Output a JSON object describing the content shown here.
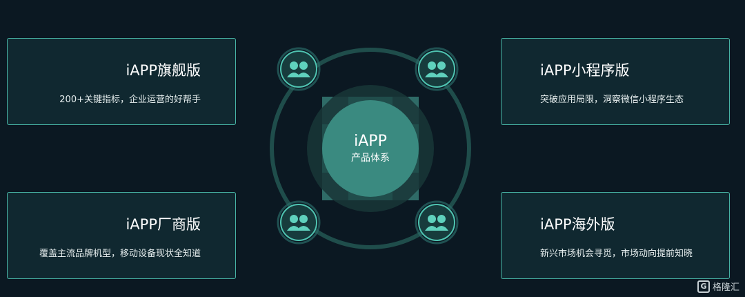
{
  "cards": {
    "top_left": {
      "title": "iAPP旗舰版",
      "desc": "200+关键指标，企业运营的好帮手"
    },
    "bottom_left": {
      "title": "iAPP厂商版",
      "desc": "覆盖主流品牌机型，移动设备现状全知道"
    },
    "top_right": {
      "title": "iAPP小程序版",
      "desc": "突破应用局限，洞察微信小程序生态"
    },
    "bottom_right": {
      "title": "iAPP海外版",
      "desc": "新兴市场机会寻觅，市场动向提前知晓"
    }
  },
  "center": {
    "title": "iAPP",
    "subtitle": "产品体系"
  },
  "watermark": {
    "logo_letter": "G",
    "text": "格隆汇"
  },
  "icons": [
    "users-icon",
    "users-icon",
    "users-icon",
    "users-icon"
  ],
  "colors": {
    "background": "#0b1822",
    "accent": "#47b3a4",
    "card_bg": "#102830",
    "center": "#3a8a80"
  }
}
